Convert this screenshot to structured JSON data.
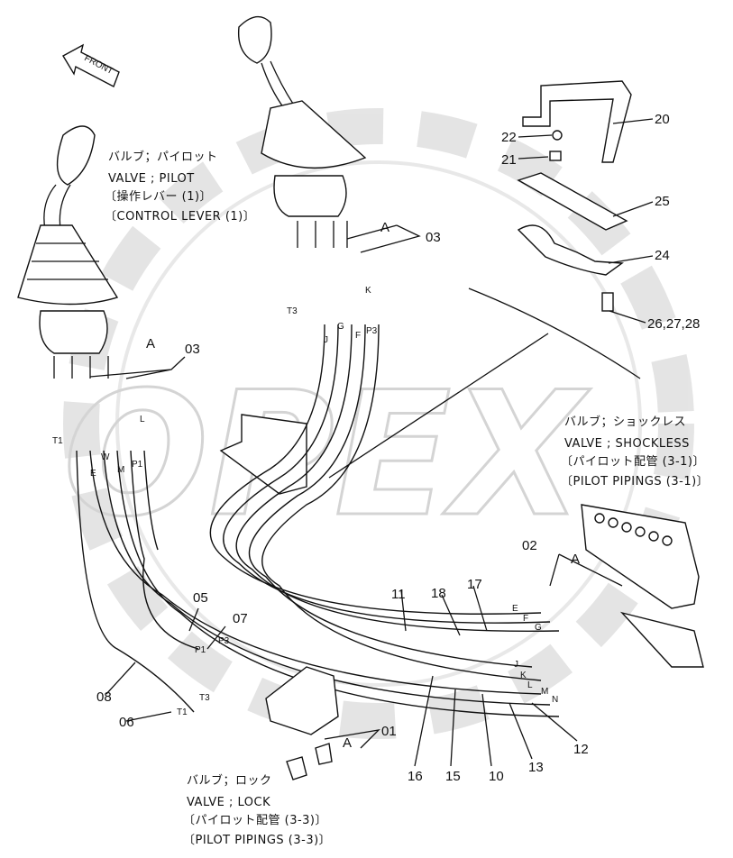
{
  "watermark": "OPEX",
  "front_arrow": "FRONT",
  "captions": {
    "left_jp": "バルブ；パイロット",
    "left_en": "VALVE ; PILOT",
    "left_jp2": "〔操作レバー (1)〕",
    "left_en2": "〔CONTROL LEVER (1)〕",
    "right_jp": "バルブ；ショックレス",
    "right_en": "VALVE ; SHOCKLESS",
    "right_jp2": "〔パイロット配管 (3-1)〕",
    "right_en2": "〔PILOT PIPINGS (3-1)〕",
    "bottom_jp": "バルブ；ロック",
    "bottom_en": "VALVE ; LOCK",
    "bottom_jp2": "〔パイロット配管 (3-3)〕",
    "bottom_en2": "〔PILOT PIPINGS (3-3)〕"
  },
  "callouts": [
    "20",
    "22",
    "21",
    "25",
    "24",
    "26,27,28",
    "03",
    "A",
    "03",
    "A",
    "02",
    "A",
    "01",
    "A",
    "05",
    "07",
    "08",
    "06",
    "11",
    "18",
    "17",
    "16",
    "15",
    "10",
    "13",
    "12"
  ],
  "port_letters": [
    "T3",
    "K",
    "J",
    "G",
    "F",
    "P3",
    "T1",
    "L",
    "E",
    "W",
    "M",
    "P1",
    "E",
    "F",
    "G",
    "J",
    "K",
    "L",
    "M",
    "N",
    "P3",
    "P1",
    "T3",
    "T1"
  ]
}
